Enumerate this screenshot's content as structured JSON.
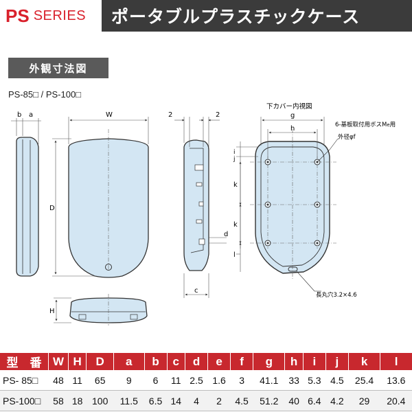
{
  "header": {
    "series_prefix": "PS",
    "series_word": "SERIES",
    "title": "ポータブルプラスチックケース"
  },
  "section_label": "外観寸法図",
  "models_label": "PS-85□ / PS-100□",
  "drawing": {
    "labels": {
      "a": "a",
      "b": "b",
      "c": "c",
      "d": "d",
      "f": "f",
      "g": "g",
      "h": "h",
      "i": "i",
      "j": "j",
      "k1": "k",
      "k2": "k",
      "w": "W",
      "D": "D",
      "H": "H",
      "two_left": "2",
      "two_right": "2",
      "inner_view": "下カバー内視図",
      "boss_note": "6-基板取付用ボスM",
      "boss_suffix": "用",
      "outer_dia": "外径φf",
      "slot_note": "長丸穴3.2×4.6"
    },
    "colors": {
      "fill": "#d3e6f3",
      "stroke": "#333333"
    }
  },
  "table": {
    "headers": [
      "型　番",
      "W",
      "H",
      "D",
      "a",
      "b",
      "c",
      "d",
      "e",
      "f",
      "g",
      "h",
      "i",
      "j",
      "k",
      "l"
    ],
    "rows": [
      [
        "PS- 85□",
        "48",
        "11",
        "65",
        "9",
        "6",
        "11",
        "2.5",
        "1.6",
        "3",
        "41.1",
        "33",
        "5.3",
        "4.5",
        "25.4",
        "13.6"
      ],
      [
        "PS-100□",
        "58",
        "18",
        "100",
        "11.5",
        "6.5",
        "14",
        "4",
        "2",
        "4.5",
        "51.2",
        "40",
        "6.4",
        "4.2",
        "29",
        "20.4"
      ]
    ]
  }
}
